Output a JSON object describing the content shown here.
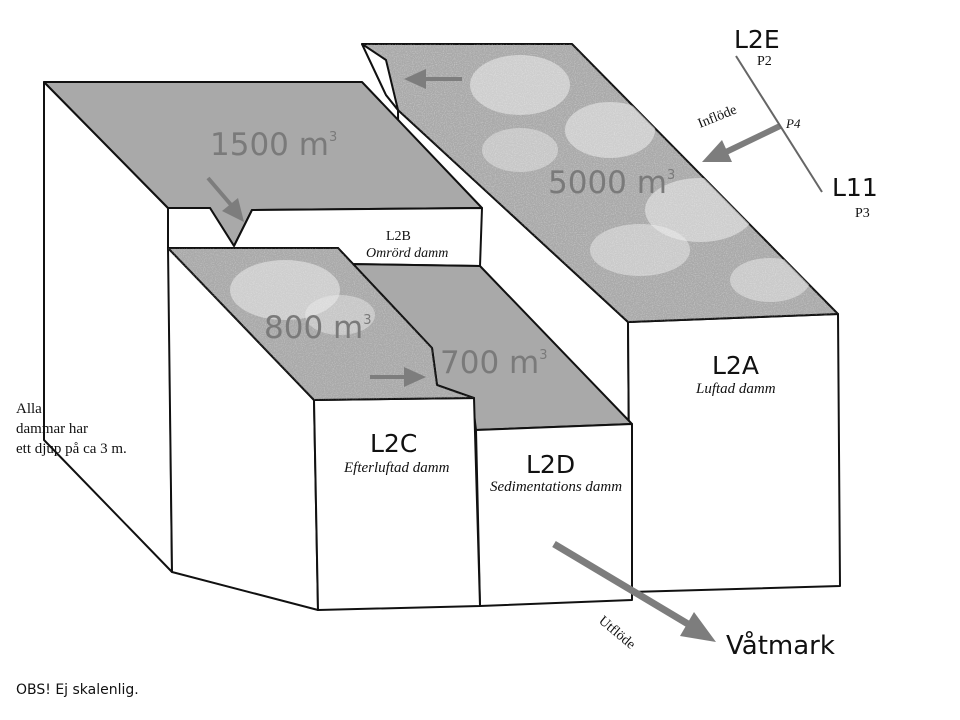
{
  "colors": {
    "water": "#a9a9a9",
    "water_light": "#c9c9c9",
    "wall": "#ffffff",
    "edge": "#111111",
    "arrow": "#7d7d7d",
    "volume_text": "#7a7a7a"
  },
  "ponds": {
    "l2a": {
      "id": "L2A",
      "description": "Luftad damm",
      "volume": "5000 m",
      "volume_unit_sup": "3"
    },
    "l2b": {
      "id": "L2B",
      "description": "Omrörd damm",
      "volume": "1500 m",
      "volume_unit_sup": "3"
    },
    "l2c": {
      "id": "L2C",
      "description": "Efterluftad damm",
      "volume": "800 m",
      "volume_unit_sup": "3"
    },
    "l2d": {
      "id": "L2D",
      "description": "Sedimentations damm",
      "volume": "700 m",
      "volume_unit_sup": "3"
    }
  },
  "inflow": {
    "label": "Inflöde",
    "points": {
      "l2e": "L2E",
      "p2": "P2",
      "p4": "P4",
      "l11": "L11",
      "p3": "P3"
    }
  },
  "outflow": {
    "label": "Utflöde",
    "destination": "Våtmark"
  },
  "notes": {
    "depth_line1": "Alla",
    "depth_line2": "dammar har",
    "depth_line3": "ett djup på ca 3 m.",
    "scale": "OBS! Ej skalenlig."
  }
}
